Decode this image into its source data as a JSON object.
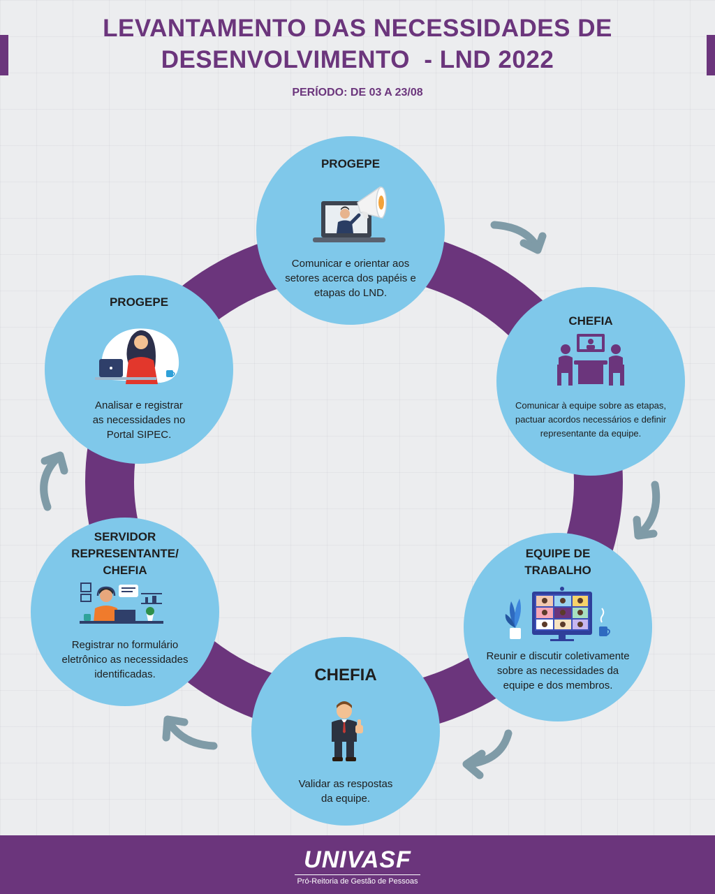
{
  "header": {
    "title_line1": "LEVANTAMENTO DAS NECESSIDADES DE",
    "title_line2": "DESENVOLVIMENTO  - LND 2022",
    "period": "PERÍODO: DE 03 A 23/08"
  },
  "steps": [
    {
      "title": "PROGEPE",
      "icon": "megaphone-presenter-icon",
      "desc": [
        "Comunicar e orientar aos",
        "setores acerca dos papéis e",
        "etapas do LND."
      ]
    },
    {
      "title": "CHEFIA",
      "icon": "meeting-table-icon",
      "desc": [
        "Comunicar à equipe sobre as etapas,",
        "pactuar acordos necessários e definir",
        "representante da equipe."
      ]
    },
    {
      "title_lines": [
        "EQUIPE DE",
        "TRABALHO"
      ],
      "icon": "video-conference-icon",
      "desc": [
        "Reunir e discutir coletivamente",
        "sobre as necessidades da",
        "equipe e dos membros."
      ]
    },
    {
      "title": "CHEFIA",
      "icon": "businessman-thumbs-up-icon",
      "desc": [
        "Validar as respostas",
        "da equipe."
      ]
    },
    {
      "title_lines": [
        "SERVIDOR",
        "REPRESENTANTE/",
        "CHEFIA"
      ],
      "icon": "support-agent-icon",
      "desc": [
        "Registrar no formulário",
        "eletrônico as necessidades",
        "identificadas."
      ]
    },
    {
      "title": "PROGEPE",
      "icon": "woman-laptop-icon",
      "desc": [
        "Analisar e registrar",
        "as necessidades no",
        "Portal SIPEC."
      ]
    }
  ],
  "footer": {
    "logo": "UNIVASF",
    "subtitle": "Pró-Reitoria de Gestão de Pessoas"
  },
  "colors": {
    "purple": "#6b357c",
    "circle_blue": "#7fc8ea",
    "arrow_gray": "#7f9ba7"
  }
}
